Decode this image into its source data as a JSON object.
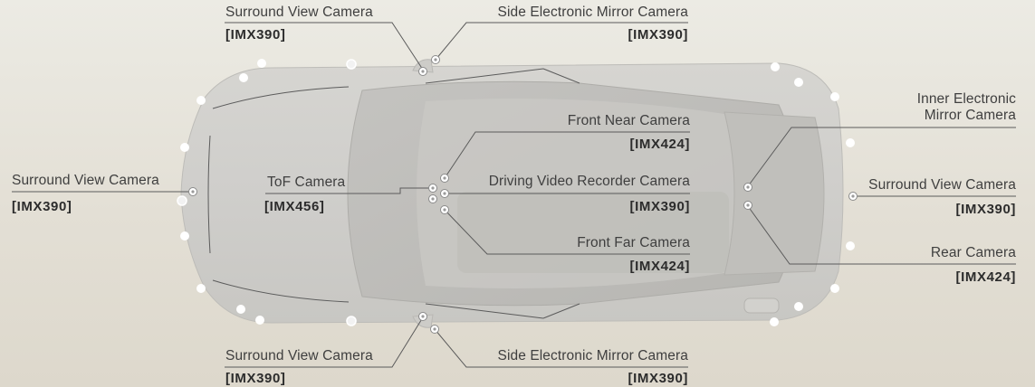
{
  "callouts": [
    {
      "id": "top-surround",
      "name": "Surround View Camera",
      "model": "[IMX390]"
    },
    {
      "id": "top-side-mirror",
      "name": "Side Electronic Mirror Camera",
      "model": "[IMX390]"
    },
    {
      "id": "front-near",
      "name": "Front Near Camera",
      "model": "[IMX424]"
    },
    {
      "id": "inner-mirror",
      "name_line1": "Inner Electronic",
      "name_line2": "Mirror Camera"
    },
    {
      "id": "left-surround",
      "name": "Surround View Camera",
      "model": "[IMX390]"
    },
    {
      "id": "tof",
      "name": "ToF Camera",
      "model": "[IMX456]"
    },
    {
      "id": "driving-recorder",
      "name": "Driving Video Recorder Camera",
      "model": "[IMX390]"
    },
    {
      "id": "right-surround",
      "name": "Surround View Camera",
      "model": "[IMX390]"
    },
    {
      "id": "front-far",
      "name": "Front Far Camera",
      "model": "[IMX424]"
    },
    {
      "id": "rear",
      "name": "Rear Camera",
      "model": "[IMX424]"
    },
    {
      "id": "bottom-surround",
      "name": "Surround View Camera",
      "model": "[IMX390]"
    },
    {
      "id": "bottom-side-mirror",
      "name": "Side Electronic Mirror Camera",
      "model": "[IMX390]"
    }
  ]
}
